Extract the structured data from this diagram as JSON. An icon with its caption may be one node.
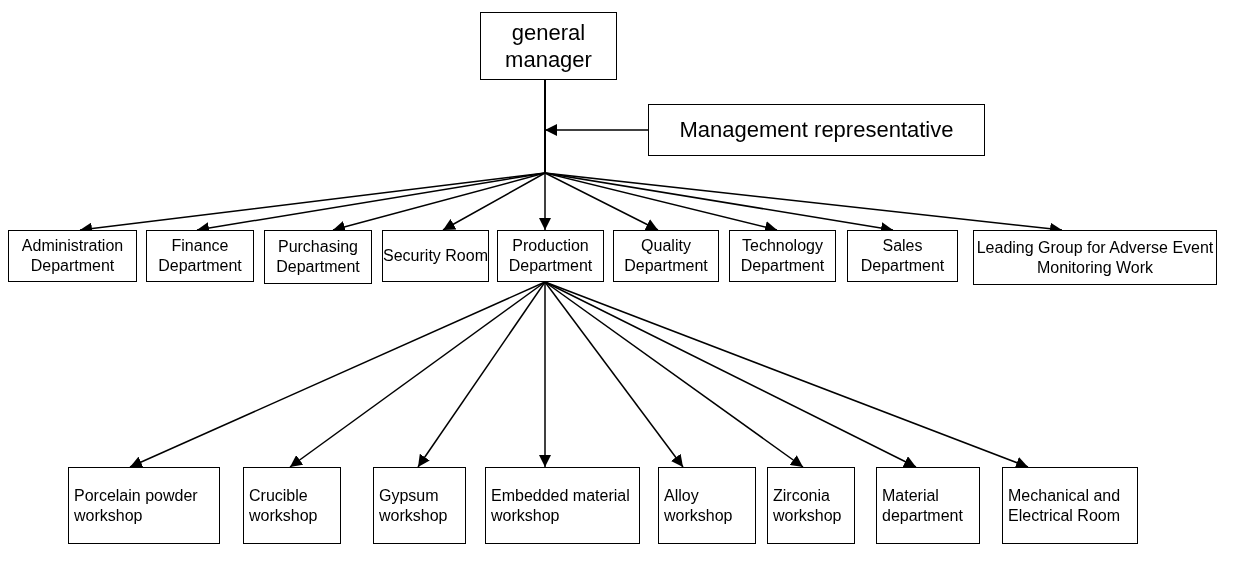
{
  "diagram": {
    "nodes": [
      {
        "text": [
          "general manager"
        ]
      },
      {
        "text": [
          "Management representative"
        ]
      },
      {
        "text": [
          "Administration Department"
        ]
      },
      {
        "text": [
          "Finance Department"
        ]
      },
      {
        "text": [
          "Purchasing Department"
        ]
      },
      {
        "text": [
          "Security Room"
        ]
      },
      {
        "text": [
          "Production Department"
        ]
      },
      {
        "text": [
          "Quality Department"
        ]
      },
      {
        "text": [
          "Technology Department"
        ]
      },
      {
        "text": [
          "Sales Department"
        ]
      },
      {
        "text": [
          "Leading Group for Adverse Event Monitoring Work"
        ]
      },
      {
        "text": [
          "Porcelain powder workshop"
        ]
      },
      {
        "text": [
          "Crucible workshop"
        ]
      },
      {
        "text": [
          "Gypsum workshop"
        ]
      },
      {
        "text": [
          "Embedded material workshop"
        ]
      },
      {
        "text": [
          "Alloy workshop"
        ]
      },
      {
        "text": [
          "Zirconia workshop"
        ]
      },
      {
        "text": [
          "Material department"
        ]
      },
      {
        "text": [
          "Mechanical and Electrical Room"
        ]
      }
    ],
    "edges": [
      {
        "from": 1,
        "to": null,
        "arrow": "to"
      },
      {
        "from": 0,
        "to": 2,
        "arrow": "to"
      },
      {
        "from": 0,
        "to": 3,
        "arrow": "to"
      },
      {
        "from": 0,
        "to": 4,
        "arrow": "to"
      },
      {
        "from": 0,
        "to": 5,
        "arrow": "to"
      },
      {
        "from": 0,
        "to": 6,
        "arrow": "to"
      },
      {
        "from": 0,
        "to": 7,
        "arrow": "to"
      },
      {
        "from": 0,
        "to": 8,
        "arrow": "to"
      },
      {
        "from": 0,
        "to": 9,
        "arrow": "to"
      },
      {
        "from": 0,
        "to": 10,
        "arrow": "to"
      },
      {
        "from": 6,
        "to": 11,
        "arrow": "to"
      },
      {
        "from": 6,
        "to": 12,
        "arrow": "to"
      },
      {
        "from": 6,
        "to": 13,
        "arrow": "to"
      },
      {
        "from": 6,
        "to": 14,
        "arrow": "to"
      },
      {
        "from": 6,
        "to": 15,
        "arrow": "to"
      },
      {
        "from": 6,
        "to": 16,
        "arrow": "to"
      },
      {
        "from": 6,
        "to": 17,
        "arrow": "to"
      },
      {
        "from": 6,
        "to": 18,
        "arrow": "to"
      }
    ]
  }
}
